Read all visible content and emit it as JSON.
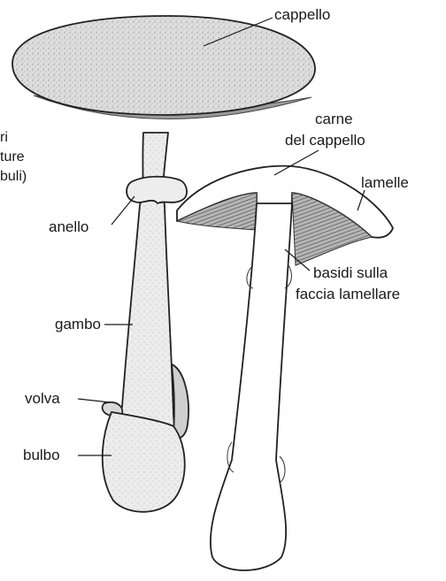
{
  "labels": {
    "cap": "cappello",
    "cap_flesh_line1": "carne",
    "cap_flesh_line2": "del cappello",
    "gills": "lamelle",
    "ring": "anello",
    "basidia_line1": "basidi sulla",
    "basidia_line2": "faccia lamellare",
    "stem": "gambo",
    "volva": "volva",
    "bulb": "bulbo",
    "clipped_line1": "ri",
    "clipped_line2": "ture",
    "clipped_line3": "buli)"
  },
  "colors": {
    "ink": "#222222",
    "cap_fill": "#dcdcdc",
    "stem_fill": "#e6e6e6",
    "gill_fill": "#8c8c8c",
    "section_fill": "#ffffff"
  }
}
